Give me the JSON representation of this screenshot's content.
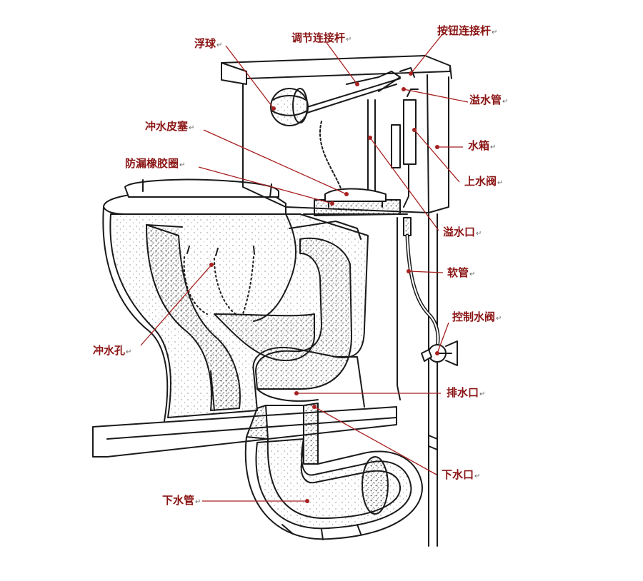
{
  "colors": {
    "label": "#8a1414",
    "leader": "#a82020",
    "ink": "#1a1a1a"
  },
  "labels": {
    "float_ball": "浮球",
    "adjust_rod": "调节连接杆",
    "button_rod": "按钮连接杆",
    "flush_flapper": "冲水皮塞",
    "overflow_tube": "溢水管",
    "tank": "水箱",
    "leakproof_ring": "防漏橡胶圈",
    "inlet_valve": "上水阀",
    "overflow_port": "溢水口",
    "hose": "软管",
    "flush_holes": "冲水孔",
    "control_valve": "控制水阀",
    "drain_outlet": "排水口",
    "lower_outlet": "下水口",
    "drain_pipe": "下水管"
  },
  "return_mark": "↵"
}
